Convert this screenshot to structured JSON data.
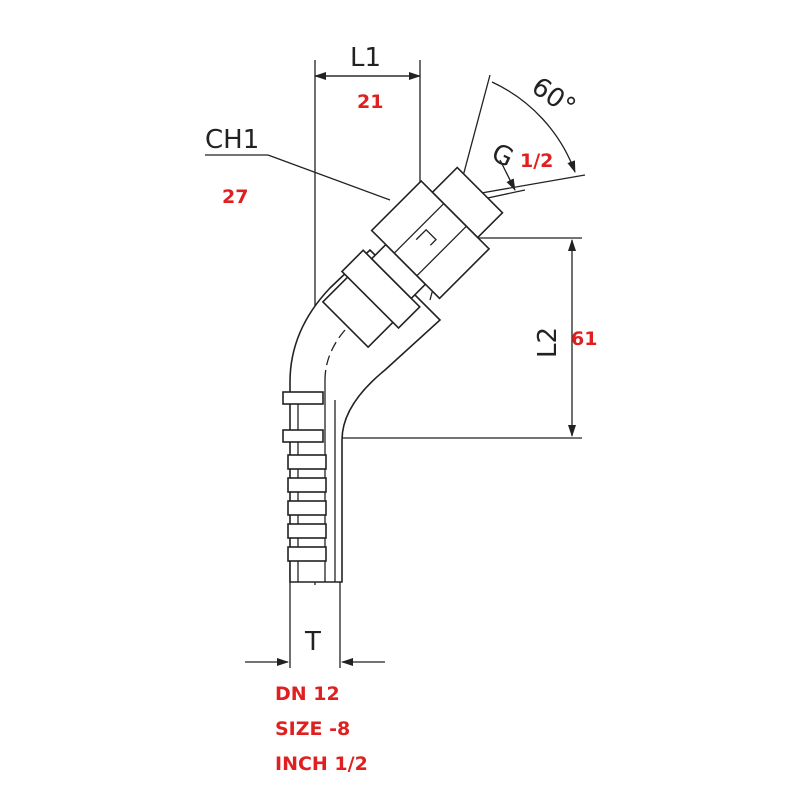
{
  "labels": {
    "l1": "L1",
    "l1_value": "21",
    "ch1": "CH1",
    "ch1_value": "27",
    "angle": "60°",
    "g": "G",
    "g_value": "1/2",
    "l2": "L2",
    "l2_value": "61",
    "t": "T"
  },
  "specs": {
    "dn": "DN 12",
    "size": "SIZE -8",
    "inch": "INCH 1/2"
  },
  "colors": {
    "value_red": "#e02020",
    "line": "#222222"
  }
}
